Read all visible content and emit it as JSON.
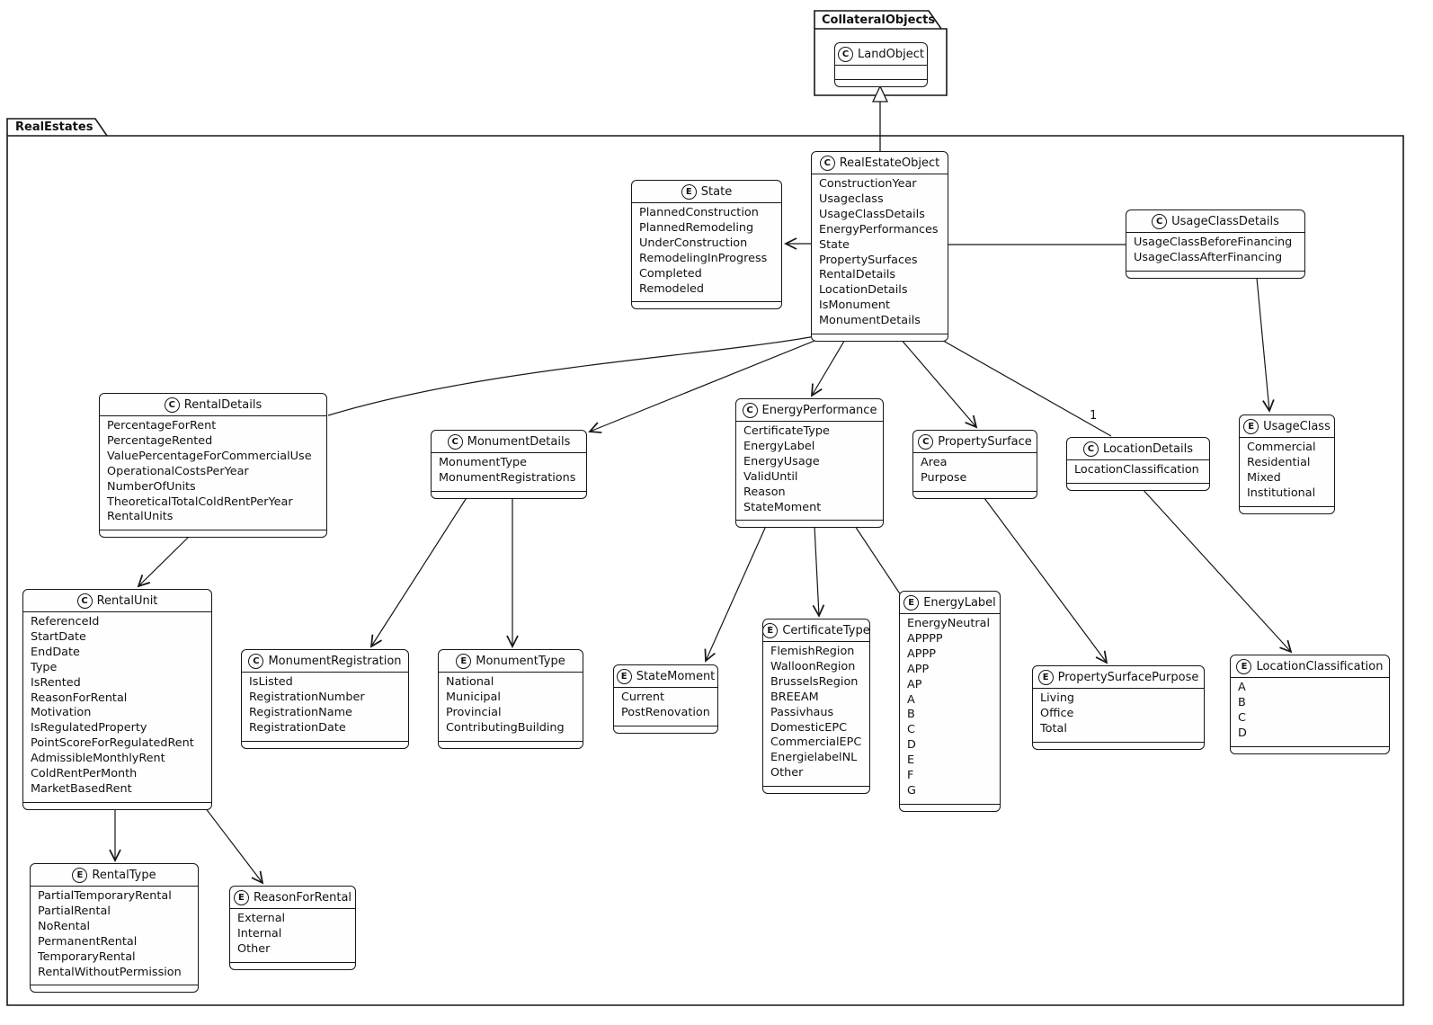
{
  "diagram": {
    "packages": {
      "collateral_objects": {
        "label": "CollateralObjects"
      },
      "real_estates": {
        "label": "RealEstates"
      }
    },
    "labels": {
      "multiplicity_one": "1"
    },
    "classes": {
      "LandObject": {
        "stereotype": "C",
        "name": "LandObject",
        "attributes": []
      },
      "RealEstateObject": {
        "stereotype": "C",
        "name": "RealEstateObject",
        "attributes": [
          "ConstructionYear",
          "Usageclass",
          "UsageClassDetails",
          "EnergyPerformances",
          "State",
          "PropertySurfaces",
          "RentalDetails",
          "LocationDetails",
          "IsMonument",
          "MonumentDetails"
        ]
      },
      "State": {
        "stereotype": "E",
        "name": "State",
        "attributes": [
          "PlannedConstruction",
          "PlannedRemodeling",
          "UnderConstruction",
          "RemodelingInProgress",
          "Completed",
          "Remodeled"
        ]
      },
      "UsageClassDetails": {
        "stereotype": "C",
        "name": "UsageClassDetails",
        "attributes": [
          "UsageClassBeforeFinancing",
          "UsageClassAfterFinancing"
        ]
      },
      "RentalDetails": {
        "stereotype": "C",
        "name": "RentalDetails",
        "attributes": [
          "PercentageForRent",
          "PercentageRented",
          "ValuePercentageForCommercialUse",
          "OperationalCostsPerYear",
          "NumberOfUnits",
          "TheoreticalTotalColdRentPerYear",
          "RentalUnits"
        ]
      },
      "MonumentDetails": {
        "stereotype": "C",
        "name": "MonumentDetails",
        "attributes": [
          "MonumentType",
          "MonumentRegistrations"
        ]
      },
      "EnergyPerformance": {
        "stereotype": "C",
        "name": "EnergyPerformance",
        "attributes": [
          "CertificateType",
          "EnergyLabel",
          "EnergyUsage",
          "ValidUntil",
          "Reason",
          "StateMoment"
        ]
      },
      "PropertySurface": {
        "stereotype": "C",
        "name": "PropertySurface",
        "attributes": [
          "Area",
          "Purpose"
        ]
      },
      "LocationDetails": {
        "stereotype": "C",
        "name": "LocationDetails",
        "attributes": [
          "LocationClassification"
        ]
      },
      "UsageClass": {
        "stereotype": "E",
        "name": "UsageClass",
        "attributes": [
          "Commercial",
          "Residential",
          "Mixed",
          "Institutional"
        ]
      },
      "RentalUnit": {
        "stereotype": "C",
        "name": "RentalUnit",
        "attributes": [
          "ReferenceId",
          "StartDate",
          "EndDate",
          "Type",
          "IsRented",
          "ReasonForRental",
          "Motivation",
          "IsRegulatedProperty",
          "PointScoreForRegulatedRent",
          "AdmissibleMonthlyRent",
          "ColdRentPerMonth",
          "MarketBasedRent"
        ]
      },
      "MonumentRegistration": {
        "stereotype": "C",
        "name": "MonumentRegistration",
        "attributes": [
          "IsListed",
          "RegistrationNumber",
          "RegistrationName",
          "RegistrationDate"
        ]
      },
      "MonumentType": {
        "stereotype": "E",
        "name": "MonumentType",
        "attributes": [
          "National",
          "Municipal",
          "Provincial",
          "ContributingBuilding"
        ]
      },
      "StateMoment": {
        "stereotype": "E",
        "name": "StateMoment",
        "attributes": [
          "Current",
          "PostRenovation"
        ]
      },
      "CertificateType": {
        "stereotype": "E",
        "name": "CertificateType",
        "attributes": [
          "FlemishRegion",
          "WalloonRegion",
          "BrusselsRegion",
          "BREEAM",
          "Passivhaus",
          "DomesticEPC",
          "CommercialEPC",
          "EnergielabelNL",
          "Other"
        ]
      },
      "EnergyLabel": {
        "stereotype": "E",
        "name": "EnergyLabel",
        "attributes": [
          "EnergyNeutral",
          "APPPP",
          "APPP",
          "APP",
          "AP",
          "A",
          "B",
          "C",
          "D",
          "E",
          "F",
          "G"
        ]
      },
      "PropertySurfacePurpose": {
        "stereotype": "E",
        "name": "PropertySurfacePurpose",
        "attributes": [
          "Living",
          "Office",
          "Total"
        ]
      },
      "LocationClassification": {
        "stereotype": "E",
        "name": "LocationClassification",
        "attributes": [
          "A",
          "B",
          "C",
          "D"
        ]
      },
      "RentalType": {
        "stereotype": "E",
        "name": "RentalType",
        "attributes": [
          "PartialTemporaryRental",
          "PartialRental",
          "NoRental",
          "PermanentRental",
          "TemporaryRental",
          "RentalWithoutPermission"
        ]
      },
      "ReasonForRental": {
        "stereotype": "E",
        "name": "ReasonForRental",
        "attributes": [
          "External",
          "Internal",
          "Other"
        ]
      }
    }
  }
}
